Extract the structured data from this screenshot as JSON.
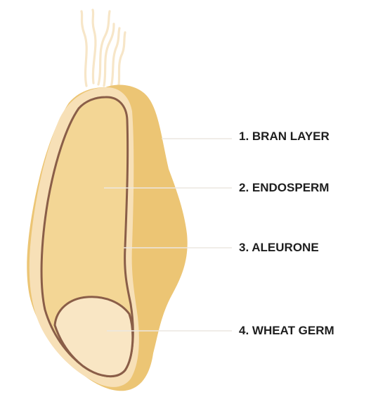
{
  "diagram": {
    "colors": {
      "background": "#ffffff",
      "bran_outer": "#ecc574",
      "bran_light": "#f7e0b7",
      "endosperm": "#f3d695",
      "germ": "#f9e6c4",
      "outline": "#8a5e48",
      "hairs": "#f7e6c8",
      "leader_lines": "#ece7e1",
      "label_text": "#1e1e1e"
    },
    "labels": [
      {
        "text": "1. BRAN LAYER"
      },
      {
        "text": "2. ENDOSPERM"
      },
      {
        "text": "3. ALEURONE"
      },
      {
        "text": "4. WHEAT GERM"
      }
    ]
  }
}
